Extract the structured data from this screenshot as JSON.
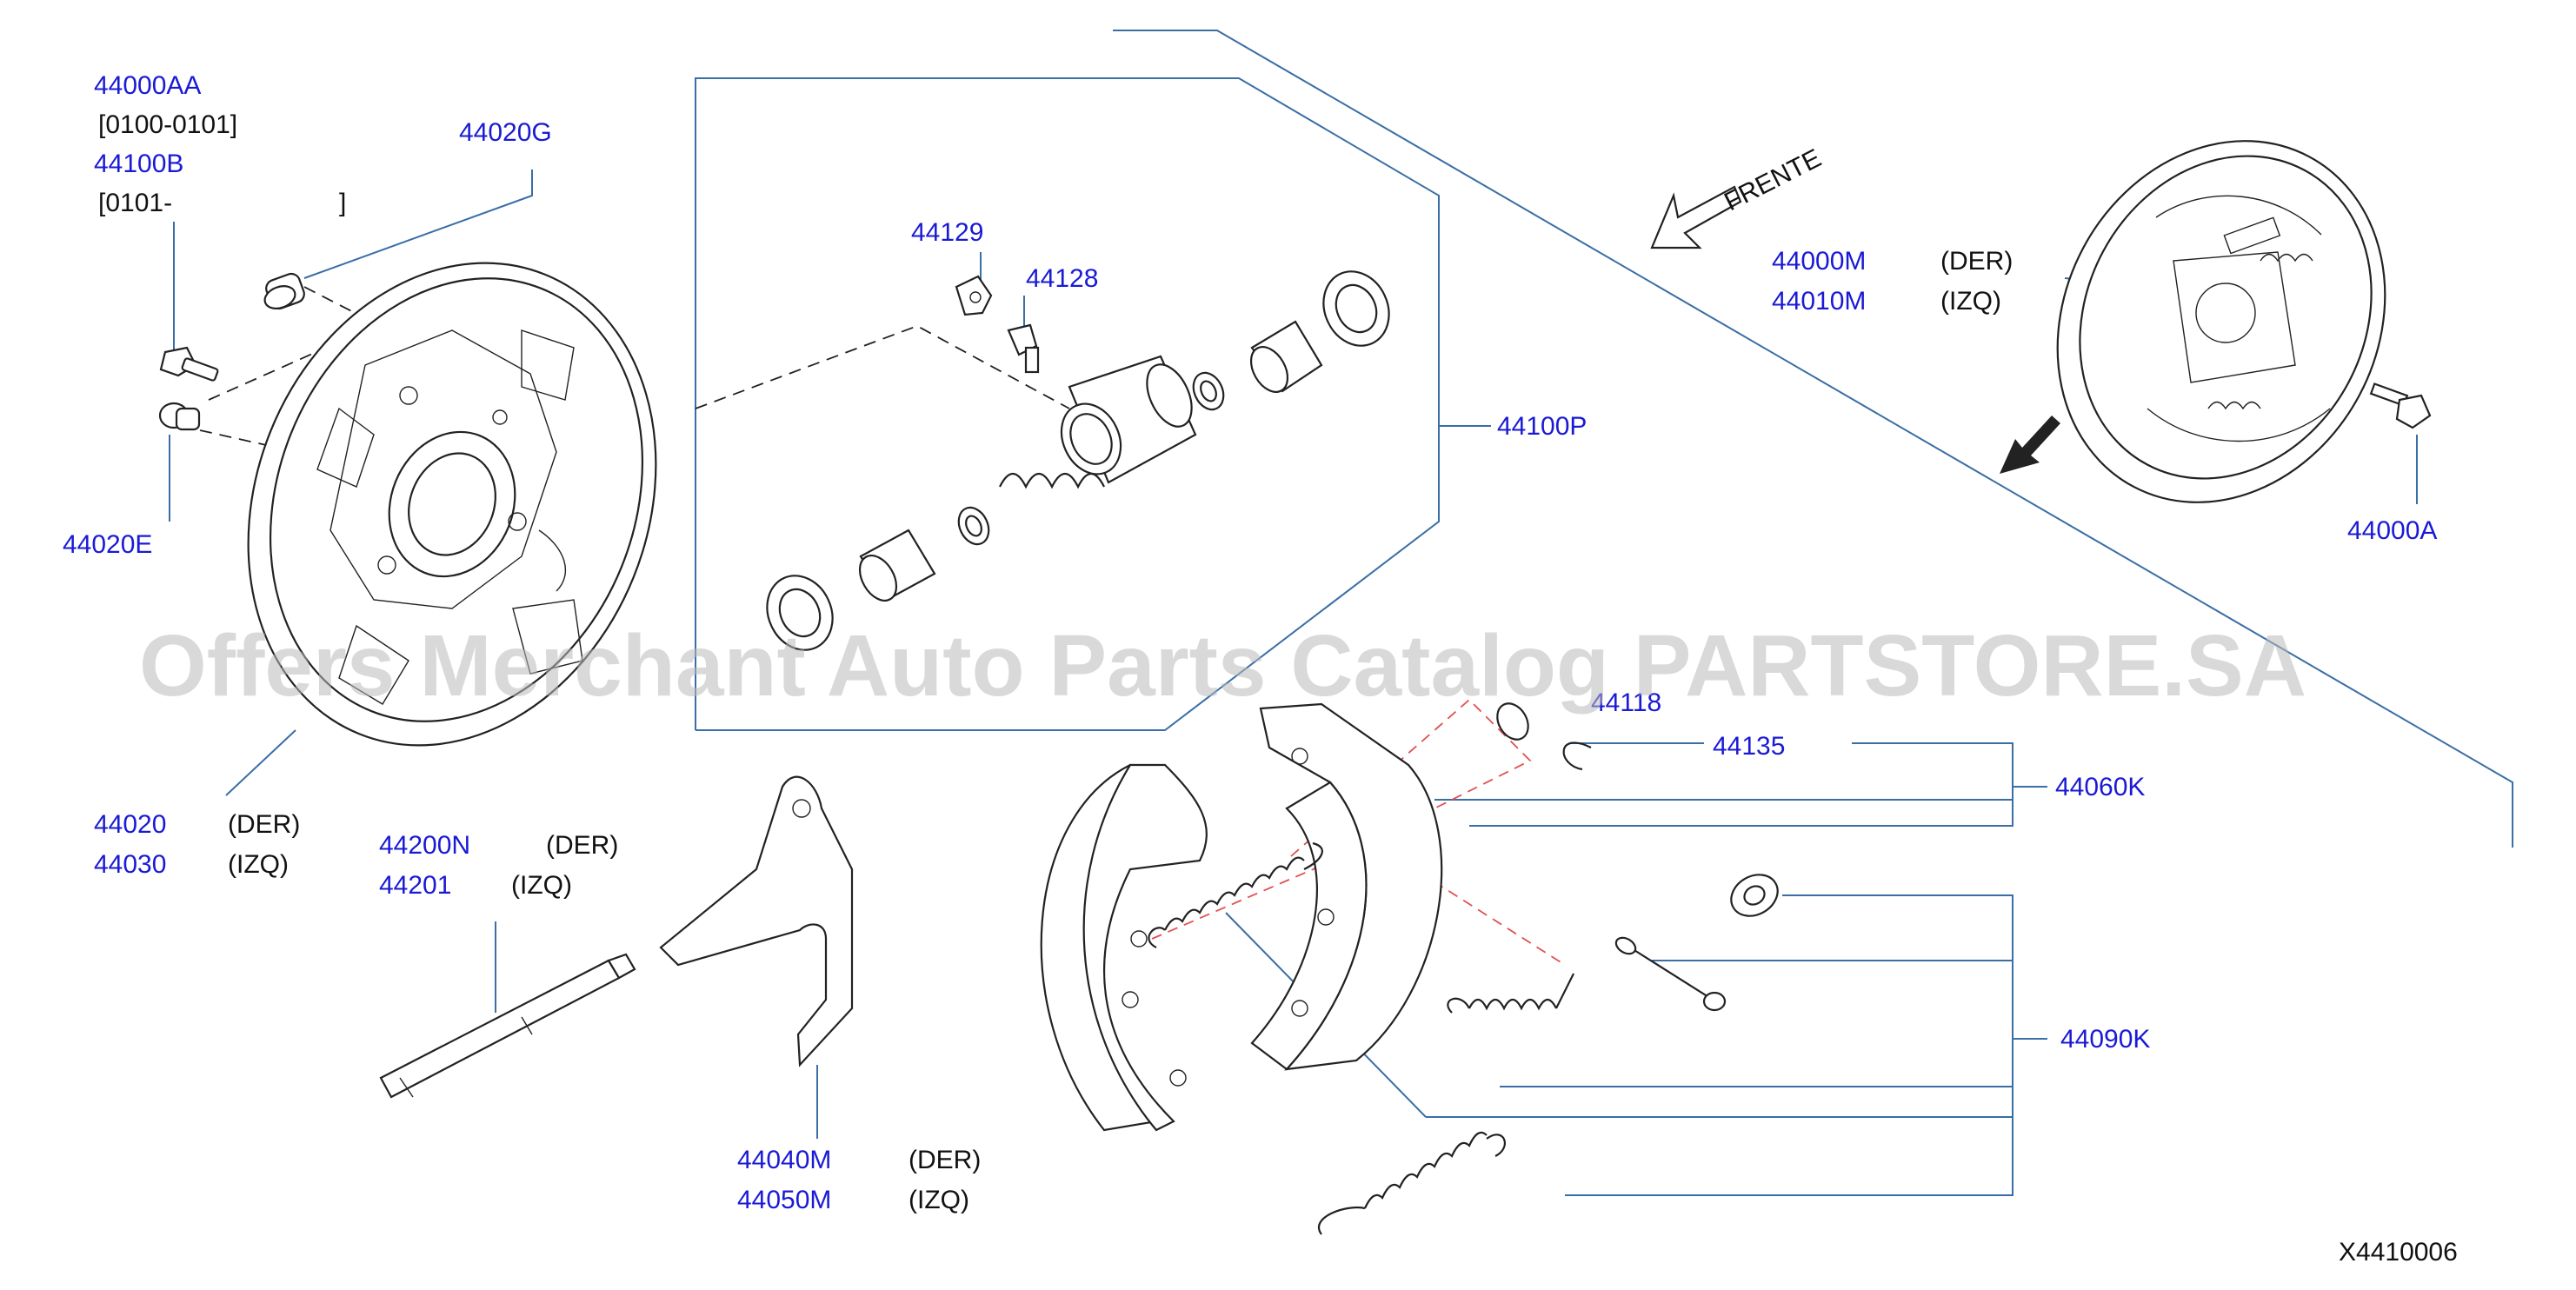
{
  "watermark": "Offers Merchant Auto Parts Catalog PARTSTORE.SA",
  "diagram_code": "X4410006",
  "direction_label": "FRENTE",
  "callouts": {
    "p44000AA": "44000AA",
    "range1": "[0100-0101]",
    "p44100B": "44100B",
    "range2": "[0101-",
    "range2_close": "]",
    "p44020G": "44020G",
    "p44020E": "44020E",
    "p44020": "44020",
    "p44030": "44030",
    "p44129": "44129",
    "p44128": "44128",
    "p44100P": "44100P",
    "p44000M": "44000M",
    "p44010M": "44010M",
    "p44000A": "44000A",
    "p44118": "44118",
    "p44135": "44135",
    "p44060K": "44060K",
    "p44090K": "44090K",
    "p44200N": "44200N",
    "p44201": "44201",
    "p44040M": "44040M",
    "p44050M": "44050M"
  },
  "sides": {
    "der": "(DER)",
    "izq": "(IZQ)"
  }
}
